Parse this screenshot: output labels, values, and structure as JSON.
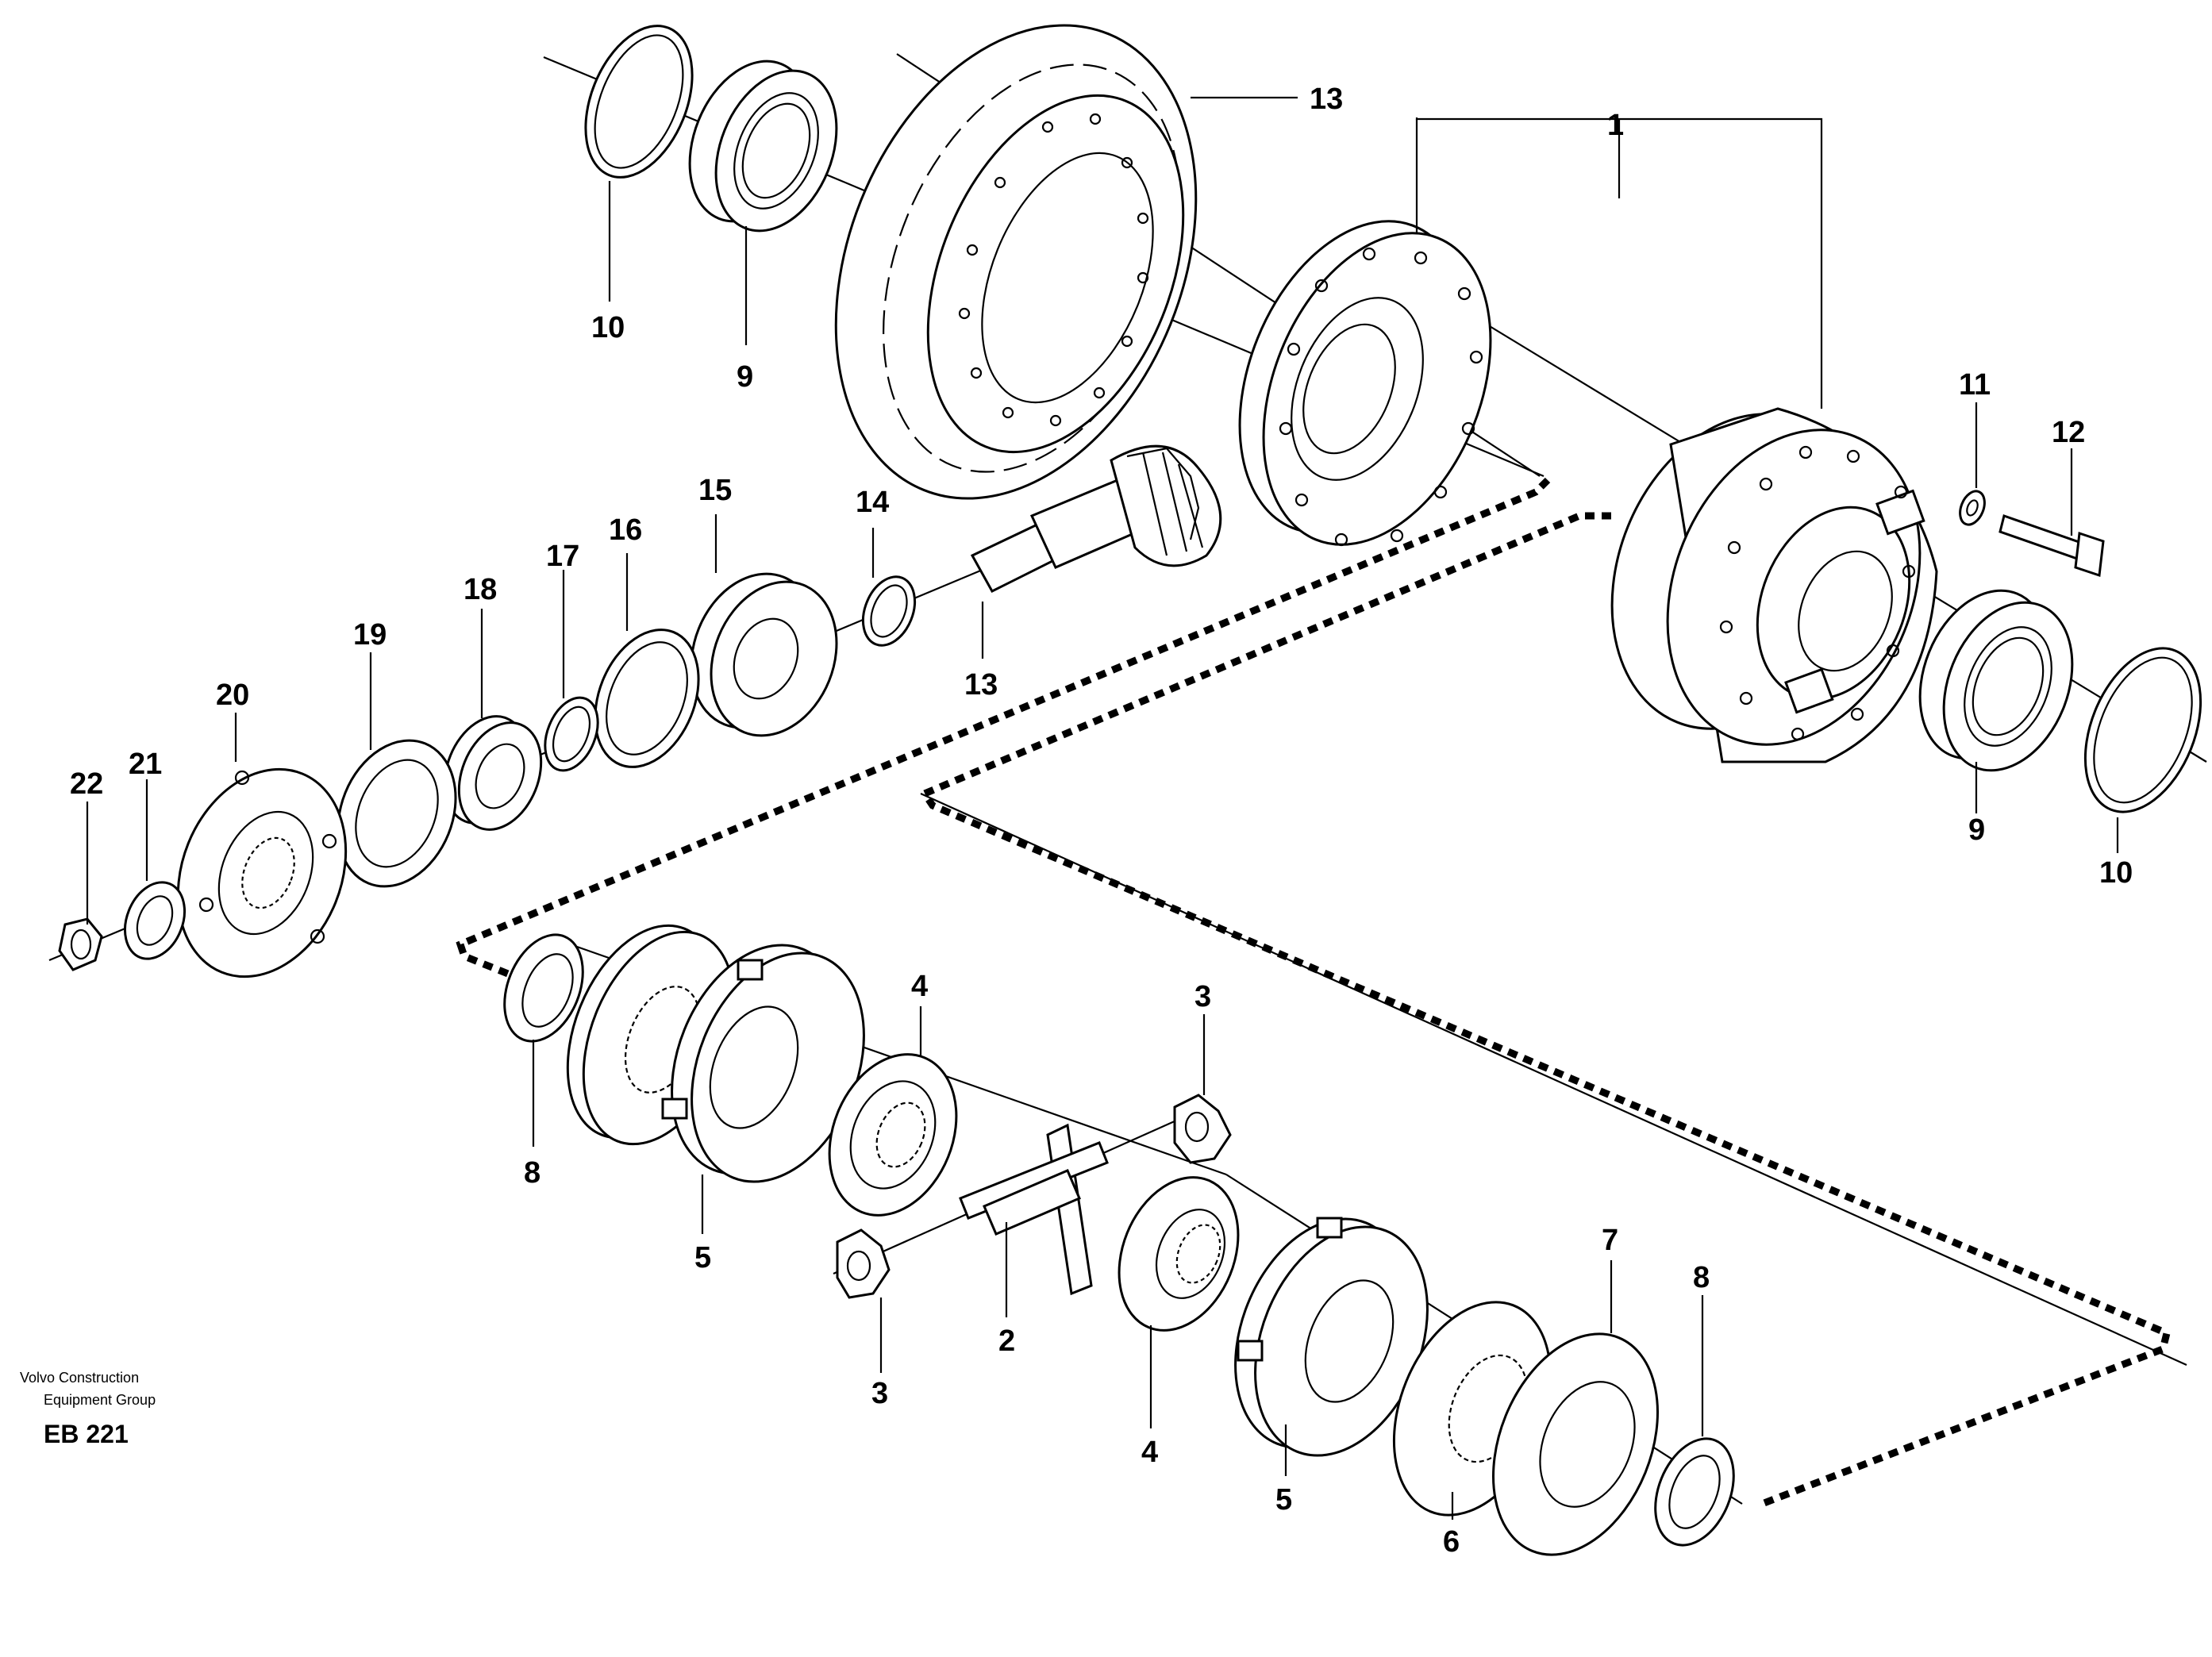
{
  "diagram": {
    "callouts": [
      {
        "id": "c13a",
        "text": "13"
      },
      {
        "id": "c1",
        "text": "1"
      },
      {
        "id": "c10a",
        "text": "10"
      },
      {
        "id": "c9a",
        "text": "9"
      },
      {
        "id": "c11",
        "text": "11"
      },
      {
        "id": "c12",
        "text": "12"
      },
      {
        "id": "c15",
        "text": "15"
      },
      {
        "id": "c14",
        "text": "14"
      },
      {
        "id": "c16",
        "text": "16"
      },
      {
        "id": "c17",
        "text": "17"
      },
      {
        "id": "c18",
        "text": "18"
      },
      {
        "id": "c19",
        "text": "19"
      },
      {
        "id": "c20",
        "text": "20"
      },
      {
        "id": "c21",
        "text": "21"
      },
      {
        "id": "c22",
        "text": "22"
      },
      {
        "id": "c13b",
        "text": "13"
      },
      {
        "id": "c9b",
        "text": "9"
      },
      {
        "id": "c10b",
        "text": "10"
      },
      {
        "id": "c4a",
        "text": "4"
      },
      {
        "id": "c3a",
        "text": "3"
      },
      {
        "id": "c8a",
        "text": "8"
      },
      {
        "id": "c5a",
        "text": "5"
      },
      {
        "id": "c2",
        "text": "2"
      },
      {
        "id": "c3b",
        "text": "3"
      },
      {
        "id": "c4b",
        "text": "4"
      },
      {
        "id": "c5b",
        "text": "5"
      },
      {
        "id": "c6",
        "text": "6"
      },
      {
        "id": "c7",
        "text": "7"
      },
      {
        "id": "c8b",
        "text": "8"
      }
    ],
    "footer": {
      "brand_line1": "Volvo Construction",
      "brand_line2": "Equipment Group",
      "code": "EB 221"
    }
  }
}
